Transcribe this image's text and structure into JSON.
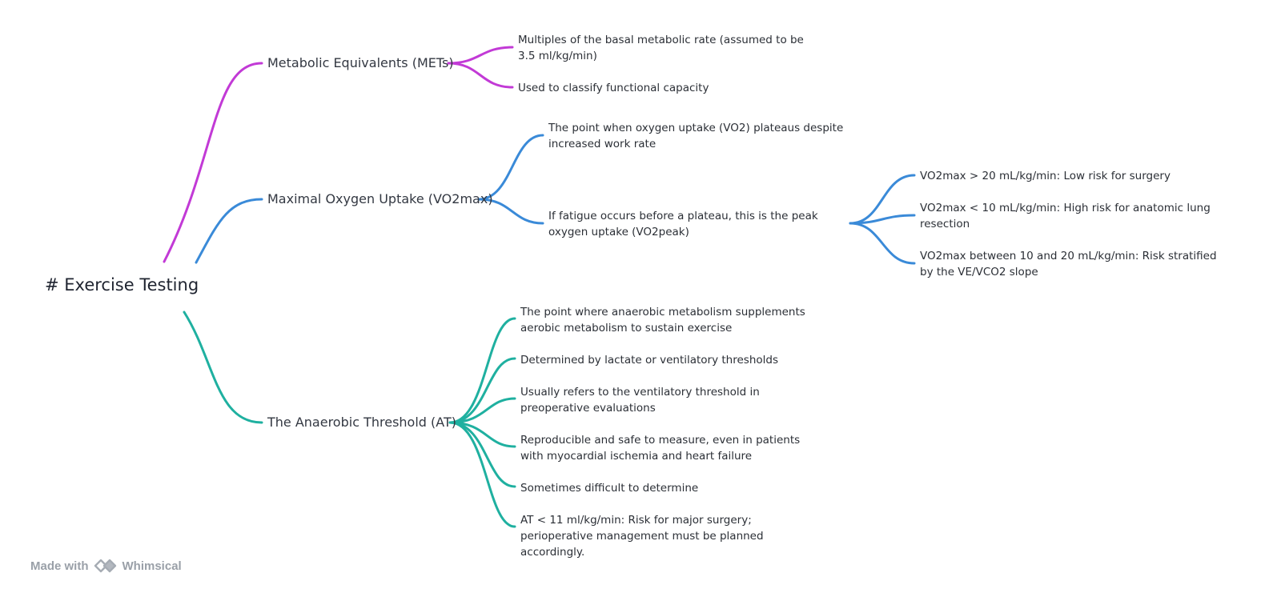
{
  "root": {
    "label": "# Exercise Testing"
  },
  "branches": [
    {
      "label": "Metabolic Equivalents (METs)",
      "color": "#c23ad6",
      "children": [
        {
          "label": "Multiples of the basal metabolic rate (assumed to be 3.5 ml/kg/min)"
        },
        {
          "label": "Used to classify functional capacity"
        }
      ]
    },
    {
      "label": "Maximal Oxygen Uptake (VO2max)",
      "color": "#3a8ad8",
      "children": [
        {
          "label": "The point when oxygen uptake (VO2) plateaus despite increased work rate"
        },
        {
          "label": "If fatigue occurs before a plateau, this is the peak oxygen uptake (VO2peak)",
          "children": [
            {
              "label": "VO2max > 20 mL/kg/min: Low risk for surgery"
            },
            {
              "label": "VO2max < 10 mL/kg/min: High risk for anatomic lung resection"
            },
            {
              "label": "VO2max between 10 and 20 mL/kg/min: Risk stratified by the VE/VCO2 slope"
            }
          ]
        }
      ]
    },
    {
      "label": "The Anaerobic Threshold (AT)",
      "color": "#1fb0a0",
      "children": [
        {
          "label": "The point where anaerobic metabolism supplements aerobic metabolism to sustain exercise"
        },
        {
          "label": "Determined by lactate or ventilatory thresholds"
        },
        {
          "label": "Usually refers to the ventilatory threshold in preoperative evaluations"
        },
        {
          "label": "Reproducible and safe to measure, even in patients with myocardial ischemia and heart failure"
        },
        {
          "label": "Sometimes difficult to determine"
        },
        {
          "label": "AT < 11 ml/kg/min: Risk for major surgery; perioperative management must be planned accordingly."
        }
      ]
    }
  ],
  "watermark": {
    "prefix": "Made with",
    "brand": "Whimsical",
    "icon": "whimsical-logo-icon"
  }
}
